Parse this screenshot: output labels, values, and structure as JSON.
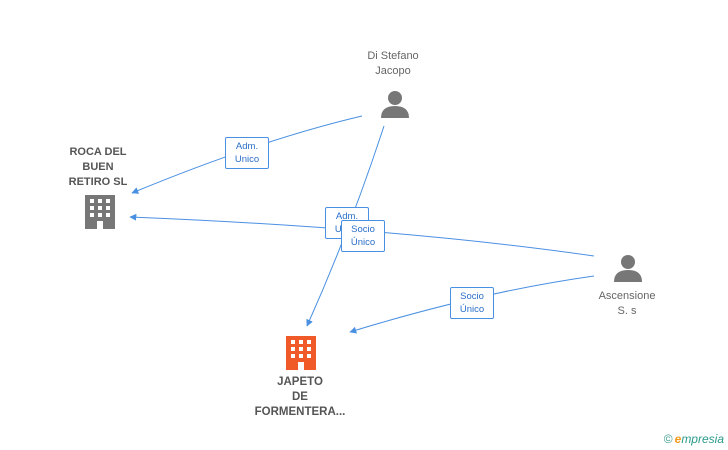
{
  "nodes": {
    "di_stefano": {
      "label": "Di Stefano\nJacopo",
      "icon": "person-icon"
    },
    "roca": {
      "label": "ROCA DEL\nBUEN\nRETIRO  SL",
      "icon": "building-icon"
    },
    "ascensione": {
      "label": "Ascensione\nS. s",
      "icon": "person-icon"
    },
    "japeto": {
      "label": "JAPETO\nDE\nFORMENTERA...",
      "icon": "building-icon"
    }
  },
  "edges": {
    "adm_roca": "Adm.\nUnico",
    "adm_japeto": "Adm.\nUnico",
    "socio_roca": "Socio\nÚnico",
    "socio_japeto": "Socio\nÚnico"
  },
  "colors": {
    "edge": "#4a90e2",
    "icon_gray": "#777777",
    "icon_primary": "#f05a28"
  },
  "brand": {
    "copyright": "©",
    "first_letter": "e",
    "rest": "mpresia"
  }
}
